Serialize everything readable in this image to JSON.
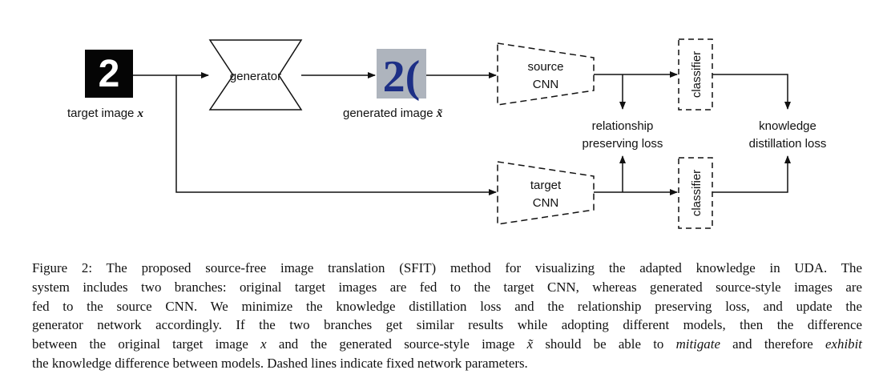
{
  "diagram": {
    "target_image_label": "target image ",
    "target_image_var": "x",
    "target_image_glyph": "2",
    "generator_label": "generator",
    "generated_image_label": "generated image ",
    "generated_image_var": "x̃",
    "generated_image_glyph": "2(",
    "source_cnn_line1": "source",
    "source_cnn_line2": "CNN",
    "target_cnn_line1": "target",
    "target_cnn_line2": "CNN",
    "classifier_top": "classifier",
    "classifier_bottom": "classifier",
    "relationship_loss_line1": "relationship",
    "relationship_loss_line2": "preserving loss",
    "distillation_loss_line1": "knowledge",
    "distillation_loss_line2": "distillation loss"
  },
  "caption": {
    "line1": "Figure 2: The proposed source-free image translation (SFIT) method for visualizing the adapted knowledge in UDA. The",
    "line2": "system includes two branches: original target images are fed to the target CNN, whereas generated source-style images are",
    "line3": "fed to the source CNN. We minimize the knowledge distillation loss and the relationship preserving loss, and update the",
    "line4": "generator network accordingly. If the two branches get similar results while adopting different models, then the difference",
    "line5a": "between the original target image ",
    "line5_x": "x",
    "line5b": " and the generated source-style image ",
    "line5_xt": "x̃",
    "line5c": " should be able to ",
    "line5_mitigate": "mitigate",
    "line5d": " and therefore ",
    "line5_exhibit": "exhibit",
    "line6": "the knowledge difference between models. Dashed lines indicate fixed network parameters."
  }
}
